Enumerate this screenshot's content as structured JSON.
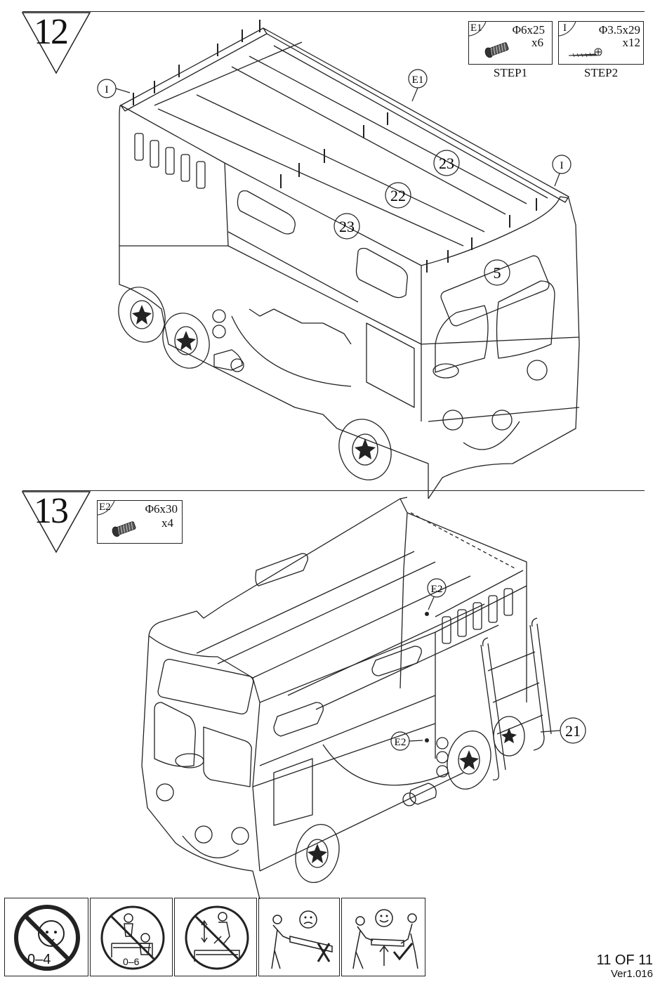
{
  "step12": {
    "number": "12",
    "hardware": [
      {
        "code": "E1",
        "size": "Φ6x25",
        "qty": "x6",
        "label": "STEP1",
        "icon": "bolt-icon"
      },
      {
        "code": "I",
        "size": "Φ3.5x29",
        "qty": "x12",
        "label": "STEP2",
        "icon": "screw-icon"
      }
    ],
    "callouts": {
      "i_left": "I",
      "e1": "E1",
      "i_right": "I",
      "part_23_top": "23",
      "part_22": "22",
      "part_23_bottom": "23",
      "part_5": "5"
    }
  },
  "step13": {
    "number": "13",
    "hardware": [
      {
        "code": "E2",
        "size": "Φ6x30",
        "qty": "x4",
        "icon": "bolt-icon"
      }
    ],
    "callouts": {
      "e2_top": "E2",
      "e2_side": "E2",
      "part_21": "21"
    }
  },
  "warnings": [
    {
      "icon": "no-baby-icon",
      "text": "0–4"
    },
    {
      "icon": "no-children-upper-bunk-icon",
      "text": "0–6"
    },
    {
      "icon": "no-jumping-icon",
      "text": ""
    },
    {
      "icon": "incorrect-lifting-icon",
      "text": ""
    },
    {
      "icon": "correct-lifting-icon",
      "text": ""
    }
  ],
  "footer": {
    "page": "11 OF 11",
    "version": "Ver1.016"
  }
}
